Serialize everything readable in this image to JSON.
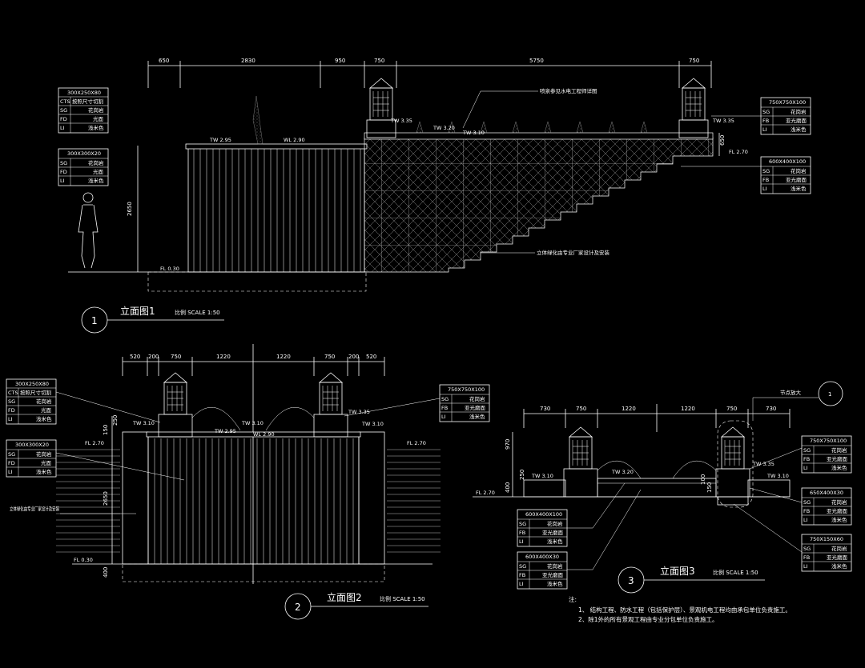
{
  "elevation1": {
    "top_dims": [
      "650",
      "2830",
      "950",
      "750",
      "5750",
      "750"
    ],
    "height_dim": "2650",
    "small_dim": "650",
    "callout_fountain": "喷泉参见水电工程师详图",
    "callout_green": "立体绿化由专业厂家设计及安装",
    "levels": {
      "tw295": "TW 2.95",
      "wl290": "WL 2.90",
      "tw335": "TW 3.35",
      "tw320": "TW 3.20",
      "tw310": "TW 3.10",
      "tw335r": "TW 3.35",
      "fl270": "FL 2.70",
      "fl030": "FL 0.30"
    },
    "table_a": {
      "size": "300X250X80",
      "rows": [
        [
          "CTS",
          "按照尺寸切割"
        ],
        [
          "SG",
          "花岗岩"
        ],
        [
          "FD",
          "光面"
        ],
        [
          "LI",
          "浅米色"
        ]
      ]
    },
    "table_b": {
      "size": "300X300X20",
      "rows": [
        [
          "SG",
          "花岗岩"
        ],
        [
          "FD",
          "光面"
        ],
        [
          "LI",
          "浅米色"
        ]
      ]
    },
    "table_c": {
      "size": "750X750X100",
      "rows": [
        [
          "SG",
          "花岗岩"
        ],
        [
          "FB",
          "亚光磨面"
        ],
        [
          "LI",
          "浅米色"
        ]
      ]
    },
    "table_d": {
      "size": "600X400X100",
      "rows": [
        [
          "SG",
          "花岗岩"
        ],
        [
          "FB",
          "亚光磨面"
        ],
        [
          "LI",
          "浅米色"
        ]
      ]
    },
    "title_num": "1",
    "title": "立面图1",
    "scale": "比例 SCALE 1:50"
  },
  "elevation2": {
    "top_dims": [
      "520",
      "200",
      "750",
      "1220",
      "1220",
      "750",
      "200",
      "520"
    ],
    "height_dim": "2650",
    "dim_250": "250",
    "dim_150": "150",
    "dim_400": "400",
    "callout_green": "立体绿化由专业厂家设计及安装",
    "levels": {
      "tw310a": "TW 3.10",
      "tw310b": "TW 3.10",
      "tw295": "TW 2.95",
      "wl290": "WL 2.90",
      "tw335": "TW 3.35",
      "tw310c": "TW 3.10",
      "fl270l": "FL 2.70",
      "fl270r": "FL 2.70",
      "fl030": "FL 0.30"
    },
    "table_a": {
      "size": "300X250X80",
      "rows": [
        [
          "CTS",
          "按照尺寸切割"
        ],
        [
          "SG",
          "花岗岩"
        ],
        [
          "FD",
          "光面"
        ],
        [
          "LI",
          "浅米色"
        ]
      ]
    },
    "table_b": {
      "size": "300X300X20",
      "rows": [
        [
          "SG",
          "花岗岩"
        ],
        [
          "FD",
          "光面"
        ],
        [
          "LI",
          "浅米色"
        ]
      ]
    },
    "table_c": {
      "size": "750X750X100",
      "rows": [
        [
          "SG",
          "花岗岩"
        ],
        [
          "FB",
          "亚光磨面"
        ],
        [
          "LI",
          "浅米色"
        ]
      ]
    },
    "title_num": "2",
    "title": "立面图2",
    "scale": "比例 SCALE 1:50"
  },
  "elevation3": {
    "top_dims": [
      "730",
      "750",
      "1220",
      "1220",
      "750",
      "730"
    ],
    "dim_970": "970",
    "dim_400": "400",
    "dim_250": "250",
    "dim_100": "100",
    "dim_150": "150",
    "node_label": "节点放大",
    "node_num": "1",
    "levels": {
      "tw310a": "TW 3.10",
      "tw320": "TW 3.20",
      "tw335": "TW 3.35",
      "tw310b": "TW 3.10",
      "fl270": "FL 2.70"
    },
    "table_a": {
      "size": "750X750X100",
      "rows": [
        [
          "SG",
          "花岗岩"
        ],
        [
          "FB",
          "亚光磨面"
        ],
        [
          "LI",
          "浅米色"
        ]
      ]
    },
    "table_b": {
      "size": "650X400X30",
      "rows": [
        [
          "SG",
          "花岗岩"
        ],
        [
          "FB",
          "亚光磨面"
        ],
        [
          "LI",
          "浅米色"
        ]
      ]
    },
    "table_c": {
      "size": "750X150X60",
      "rows": [
        [
          "SG",
          "花岗岩"
        ],
        [
          "FB",
          "亚光磨面"
        ],
        [
          "LI",
          "浅米色"
        ]
      ]
    },
    "table_d": {
      "size": "600X400X100",
      "rows": [
        [
          "SG",
          "花岗岩"
        ],
        [
          "FB",
          "亚光磨面"
        ],
        [
          "LI",
          "浅米色"
        ]
      ]
    },
    "table_e": {
      "size": "600X400X30",
      "rows": [
        [
          "SG",
          "花岗岩"
        ],
        [
          "FB",
          "亚光磨面"
        ],
        [
          "LI",
          "浅米色"
        ]
      ]
    },
    "title_num": "3",
    "title": "立面图3",
    "scale": "比例 SCALE 1:50"
  },
  "notes": {
    "heading": "注:",
    "line1": "1、 结构工程、防水工程（包括保护层）、景观机电工程均由承包单位负责施工。",
    "line2": "2、除1外的所有景观工程由专业分包单位负责施工。"
  },
  "colors": {
    "background": "#000000",
    "linework": "#ffffff"
  }
}
